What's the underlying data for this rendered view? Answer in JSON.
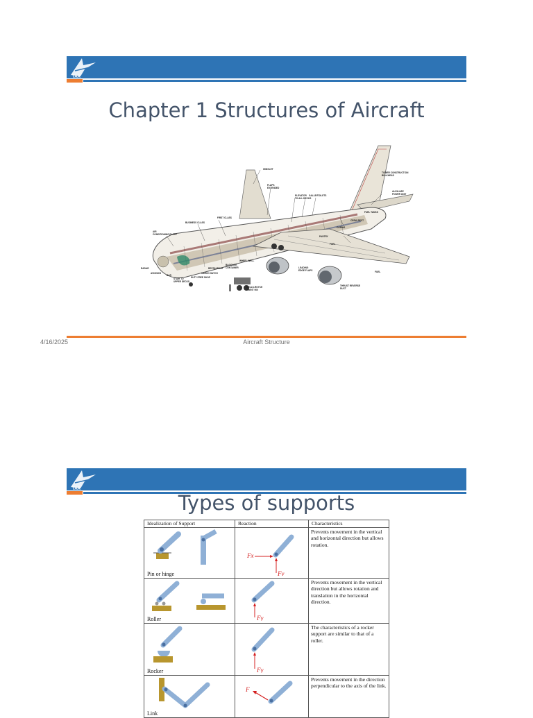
{
  "slide1": {
    "title": "Chapter 1 Structures of Aircraft",
    "footer": {
      "date": "4/16/2025",
      "center": "Aircraft Structure"
    },
    "logo_text": "TAA",
    "diagram_labels": [
      "WINGLET",
      "FLAPS EXTENDED",
      "ELEVATOR TO ALL DECKS",
      "GALLEY (3 OF 5)",
      "TOILETS",
      "TOWER CONSTRUCTION BULKHEAD",
      "AUXILIARY POWER UNIT",
      "FUEL TANKS",
      "FIRST CLASS",
      "BUSINESS CLASS",
      "CREW REST",
      "AIR CONDITIONING PLANT",
      "ECONOMY",
      "CABINS",
      "PANTRY",
      "FUEL",
      "RADAR",
      "AVIONICS",
      "BAR",
      "STAIR TO UPPER DECKS",
      "DUTY FREE SHOP",
      "CARGO HATCH",
      "BAGGAGE CONTAINER",
      "RESTAURANT",
      "WHEEL WELL",
      "LEADING EDGE FLAPS",
      "ROLLS-ROYCE TRENT 900",
      "THRUST REVERSE DUCT"
    ]
  },
  "slide2": {
    "title": "Types of supports",
    "logo_text": "TAA",
    "table": {
      "headers": [
        "Idealization of Support",
        "Reaction",
        "Characteristics"
      ],
      "rows": [
        {
          "name": "Pin or hinge",
          "reaction": [
            "Fx",
            "Fy"
          ],
          "text": "Prevents movement in the vertical and horizontal direction but allows rotation."
        },
        {
          "name": "Roller",
          "reaction": [
            "Fy"
          ],
          "text": "Prevents movement in the vertical direction but allows rotation and translation in the horizontal direction."
        },
        {
          "name": "Rocker",
          "reaction": [
            "Fy"
          ],
          "text": "The characteristics of a rocker support are similar to that of a roller."
        },
        {
          "name": "Link",
          "reaction": [
            "F"
          ],
          "text": "Prevents movement in the direction perpendicular to the axis of the link."
        }
      ]
    }
  }
}
